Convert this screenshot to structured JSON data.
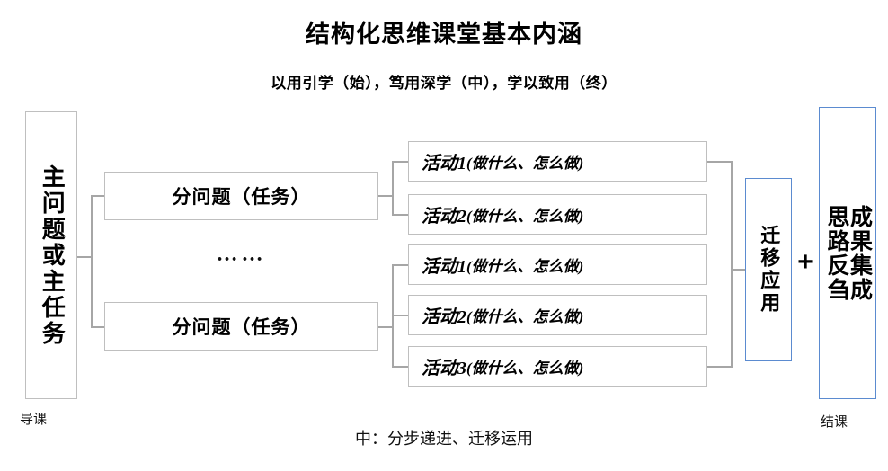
{
  "header": {
    "title": "结构化思维课堂基本内涵",
    "subtitle": "以用引学（始），笃用深学（中），学以致用（终）"
  },
  "diagram": {
    "main_problem": "主问题或主任务",
    "sub_problems": [
      {
        "label": "分问题（任务）"
      },
      {
        "label": "分问题（任务）"
      }
    ],
    "ellipsis": "……",
    "activity_groups": [
      {
        "activities": [
          {
            "name": "活动1",
            "detail": "(做什么、怎么做)"
          },
          {
            "name": "活动2",
            "detail": "(做什么、怎么做)"
          }
        ]
      },
      {
        "activities": [
          {
            "name": "活动1",
            "detail": "(做什么、怎么做)"
          },
          {
            "name": "活动2",
            "detail": "(做什么、怎么做)"
          },
          {
            "name": "活动3",
            "detail": "(做什么、怎么做)"
          }
        ]
      }
    ],
    "transfer": "迁移应用",
    "plus": "+",
    "outcome": "成果集成\n思路反刍"
  },
  "footer": {
    "left": "导课",
    "center": "中：分步递进、迁移运用",
    "right": "结课"
  },
  "colors": {
    "box_border": "#bfbfbf",
    "accent_border": "#5b8bd0",
    "connector": "#a6a6a6",
    "text": "#000000"
  }
}
